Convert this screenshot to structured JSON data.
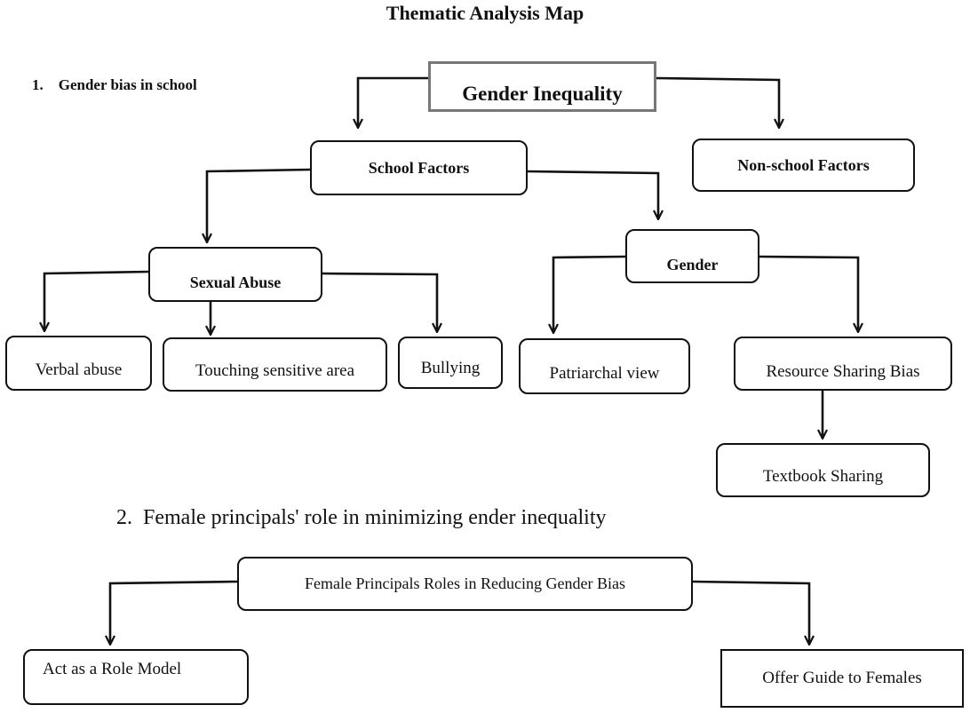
{
  "title": "Thematic Analysis Map",
  "section1": {
    "heading": "1.    Gender bias in school"
  },
  "nodes": {
    "gender_inequality": "Gender Inequality",
    "school_factors": "School Factors",
    "non_school_factors": "Non-school Factors",
    "sexual_abuse": "Sexual Abuse",
    "gender": "Gender",
    "verbal_abuse": "Verbal abuse",
    "touching_sensitive_area": "Touching sensitive area",
    "bullying": "Bullying",
    "patriarchal_view": "Patriarchal view",
    "resource_sharing_bias": "Resource Sharing Bias",
    "textbook_sharing": "Textbook Sharing"
  },
  "section2": {
    "heading": "2.  Female principals' role in minimizing ender inequality",
    "nodes": {
      "female_principals_roles": "Female Principals Roles in Reducing Gender Bias",
      "act_as_role_model": "Act as a Role Model",
      "offer_guide": "Offer Guide to Females"
    }
  },
  "colors": {
    "line": "#111111",
    "root_border": "#777777",
    "background": "#ffffff"
  }
}
